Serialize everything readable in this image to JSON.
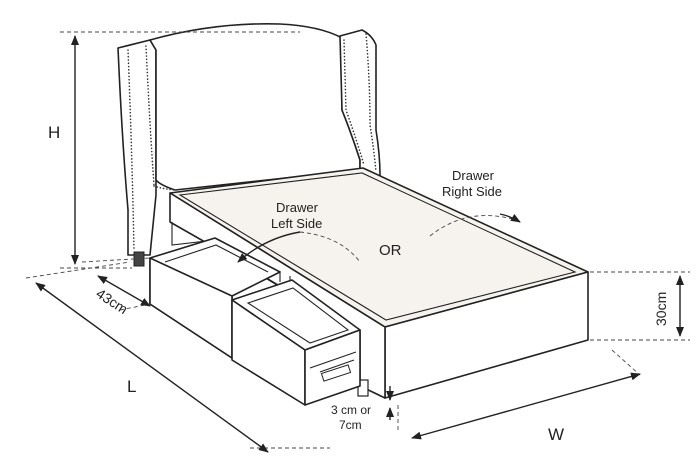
{
  "labels": {
    "height": "H",
    "depth": "43cm",
    "length": "L",
    "width": "W",
    "drawer_height": "30cm",
    "clearance_line1": "3 cm or",
    "clearance_line2": "7cm",
    "drawer_left_line1": "Drawer",
    "drawer_left_line2": "Left Side",
    "drawer_right_line1": "Drawer",
    "drawer_right_line2": "Right Side",
    "or": "OR"
  }
}
